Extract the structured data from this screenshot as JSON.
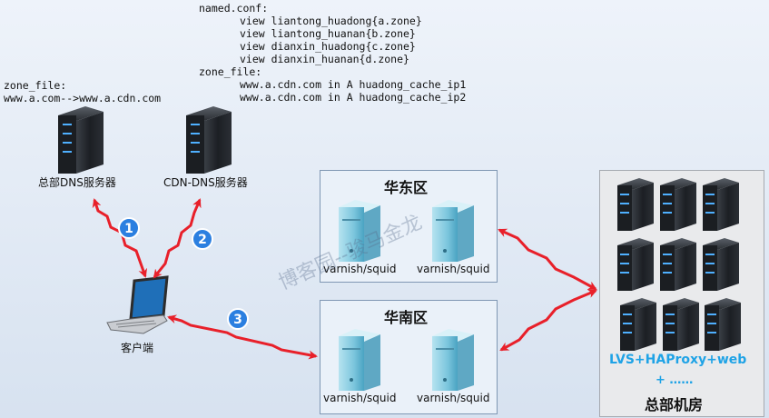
{
  "config_text": {
    "named_conf_label": "named.conf:",
    "views": [
      "view liantong_huadong{a.zone}",
      "view liantong_huanan{b.zone}",
      "view dianxin_huadong{c.zone}",
      "view dianxin_huanan{d.zone}"
    ],
    "zone_file_label": "zone_file:",
    "zone_records": [
      "www.a.cdn.com in A huadong_cache_ip1",
      "www.a.cdn.com in A huadong_cache_ip2"
    ]
  },
  "left_zone": {
    "label": "zone_file:",
    "mapping": "www.a.com-->www.a.cdn.com"
  },
  "nodes": {
    "hq_dns": "总部DNS服务器",
    "cdn_dns": "CDN-DNS服务器",
    "client": "客户端"
  },
  "regions": {
    "east": {
      "title": "华东区",
      "servers": [
        "varnish/squid",
        "varnish/squid"
      ]
    },
    "south": {
      "title": "华南区",
      "servers": [
        "varnish/squid",
        "varnish/squid"
      ]
    }
  },
  "datacenter": {
    "stack": "LVS+HAProxy+web",
    "more": "+ ……",
    "title": "总部机房"
  },
  "steps": [
    "1",
    "2",
    "3"
  ],
  "watermark": "博客园--骏马金龙",
  "colors": {
    "arrow": "#e8202a",
    "step_badge": "#2b7fe0",
    "stack_text": "#1fa3e6"
  }
}
